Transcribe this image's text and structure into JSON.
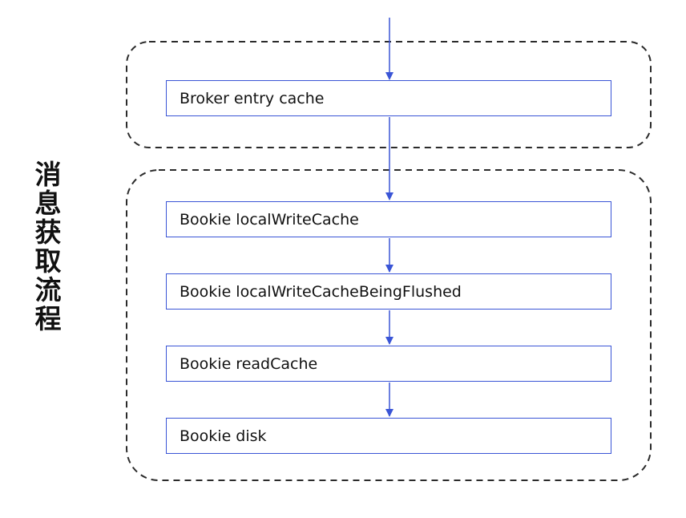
{
  "side_label": "消息获取流程",
  "nodes": [
    "Broker entry cache",
    "Bookie localWriteCache",
    "Bookie localWriteCacheBeingFlushed",
    "Bookie readCache",
    "Bookie disk"
  ],
  "colors": {
    "arrow": "#3a55d6",
    "node_border": "#3a55d6",
    "group_border": "#2b2b2b",
    "text": "#111111"
  }
}
